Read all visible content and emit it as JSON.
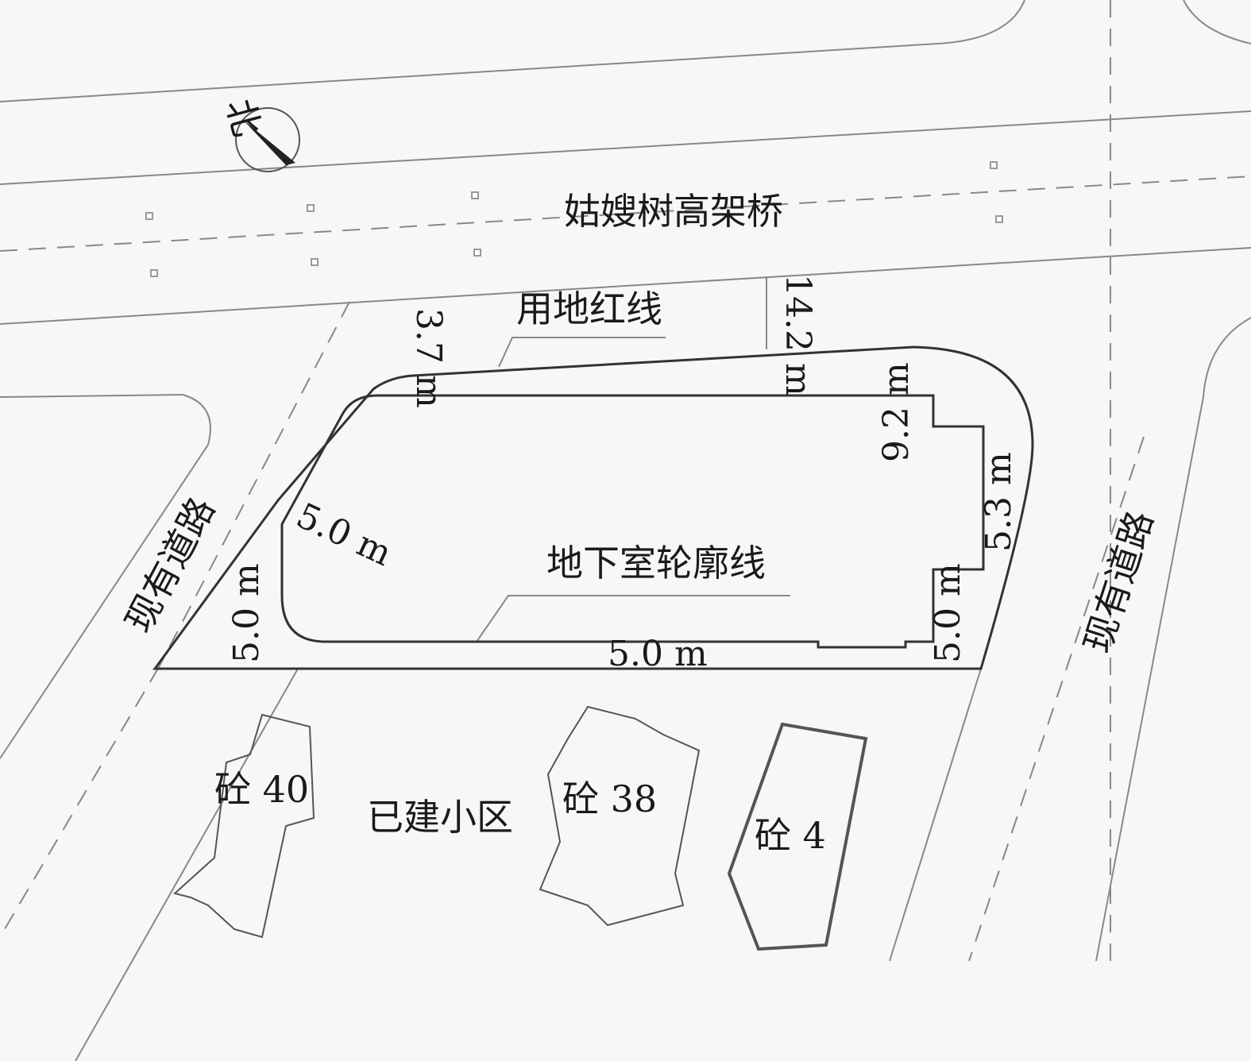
{
  "labels": {
    "north": "北",
    "viaduct": "姑嫂树高架桥",
    "red_line": "用地红线",
    "basement_outline": "地下室轮廓线",
    "existing_road_left": "现有道路",
    "existing_road_right": "现有道路",
    "community": "已建小区"
  },
  "dimensions": {
    "top_left": "3.7 m",
    "top_mid": "14.2 m",
    "top_right": "9.2 m",
    "right_step": "5.3 m",
    "left_diag": "5.0 m",
    "left_bottom": "5.0 m",
    "bottom": "5.0 m",
    "right_bottom": "5.0 m"
  },
  "buildings": [
    {
      "label": "砼 40"
    },
    {
      "label": "砼 38"
    },
    {
      "label": "砼 4"
    }
  ],
  "colors": {
    "line": "#333333",
    "thin": "#777777",
    "background": "#f7f7f7"
  }
}
